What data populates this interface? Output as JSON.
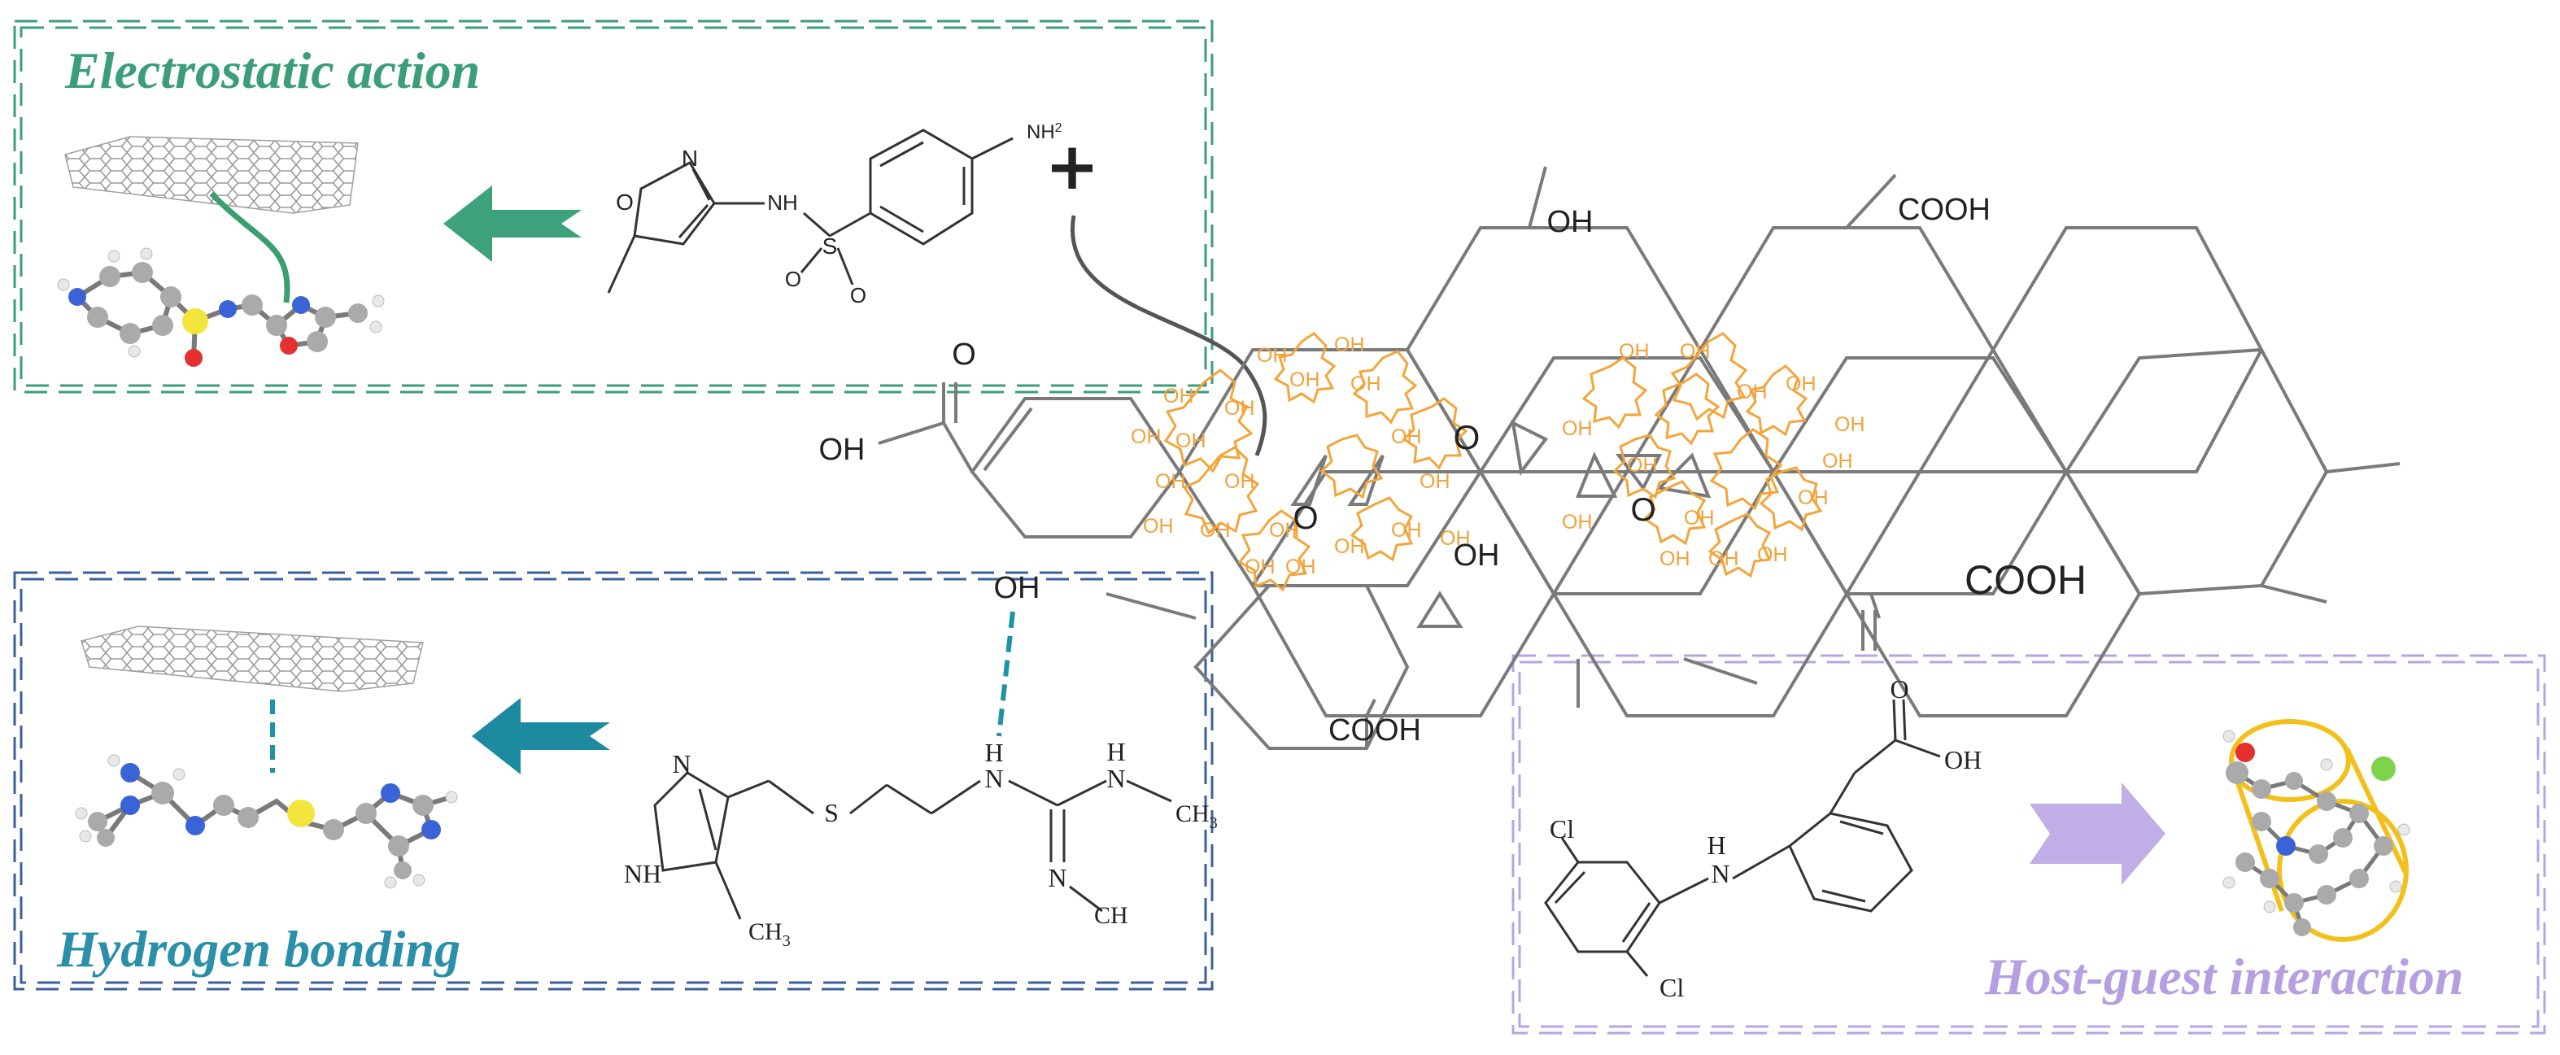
{
  "panels": {
    "electrostatic": {
      "title": "Electrostatic action",
      "color": "#3b9e79"
    },
    "hydrogen": {
      "title": "Hydrogen bonding",
      "color": "#2a8fa8"
    },
    "host_guest": {
      "title": "Host-guest interaction",
      "color": "#b59fe0"
    }
  },
  "arrows": {
    "electrostatic_color": "#3da27c",
    "hydrogen_color": "#1d8aa0",
    "host_guest_color": "#c0aee6"
  },
  "sulfamethoxazole": {
    "ring_o": "O",
    "ring_n": "N",
    "nh": "NH",
    "s": "S",
    "so_left": "O",
    "so_right": "O",
    "nh2": "NH",
    "nh2_sub": "2"
  },
  "charge_sign": "+",
  "graphene_oxide": {
    "oh_top": "OH",
    "cooh_top_right": "COOH",
    "o_left": "O",
    "oh_left": "OH",
    "cooh_right": "COOH",
    "oh_center": "OH",
    "cooh_bottom": "COOH",
    "epoxide_o": "O",
    "cyclodextrin_oh": "OH"
  },
  "cimetidine": {
    "oh_top": "OH",
    "n_ring": "N",
    "nh_ring": "NH",
    "s": "S",
    "nh_mid": "N",
    "h_mid": "H",
    "h_right": "H",
    "n_right": "N",
    "ch3_right": "CH",
    "ch3_sub": "3",
    "ch3_ring": "CH",
    "ch3_ring_sub": "3",
    "n_bottom": "N",
    "ch_bottom": "CH"
  },
  "diclofenac": {
    "o": "O",
    "oh": "OH",
    "cl_top": "Cl",
    "cl_bottom": "Cl",
    "h": "H",
    "n": "N"
  }
}
